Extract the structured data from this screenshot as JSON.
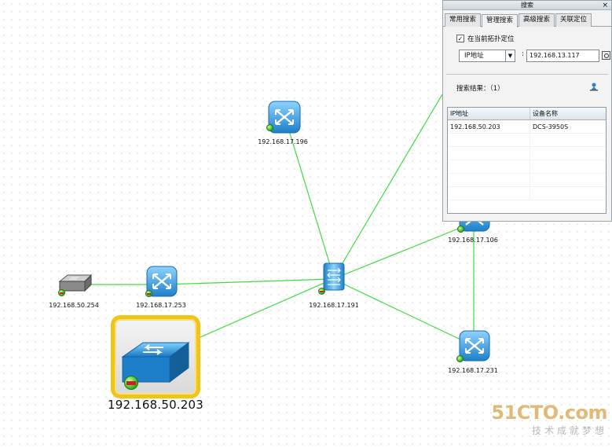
{
  "topology": {
    "nodes": [
      {
        "id": "n196",
        "label": "192.168.17.196",
        "icon": "router-icon"
      },
      {
        "id": "n191",
        "label": "192.168.17.191",
        "icon": "core-switch-icon"
      },
      {
        "id": "n253",
        "label": "192.168.17.253",
        "icon": "router-icon"
      },
      {
        "id": "n254",
        "label": "192.168.50.254",
        "icon": "hub-icon"
      },
      {
        "id": "n203",
        "label": "192.168.50.203",
        "icon": "switch-icon",
        "selected": true
      },
      {
        "id": "n106",
        "label": "192.168.17.106",
        "icon": "router-icon"
      },
      {
        "id": "n231",
        "label": "192.168.17.231",
        "icon": "router-icon"
      }
    ],
    "link_color": "#3ddc3d",
    "selection_color": "#f0c419"
  },
  "search_panel": {
    "title": "搜索",
    "tabs": [
      "常用搜索",
      "管理搜索",
      "高级搜索",
      "关联定位"
    ],
    "active_tab": "管理搜索",
    "locate_checkbox_label": "在当前拓扑定位",
    "locate_checked": true,
    "field_select": "IP地址",
    "colon": ":",
    "ip_value": "192.168.13.117",
    "result_label": "搜索结果：（1）",
    "table": {
      "headers": [
        "IP地址",
        "设备名称"
      ],
      "rows": [
        [
          "192.168.50.203",
          "DCS-3950S"
        ]
      ]
    }
  },
  "watermark": {
    "main": "51CTO.com",
    "sub": "技术成就梦想"
  }
}
